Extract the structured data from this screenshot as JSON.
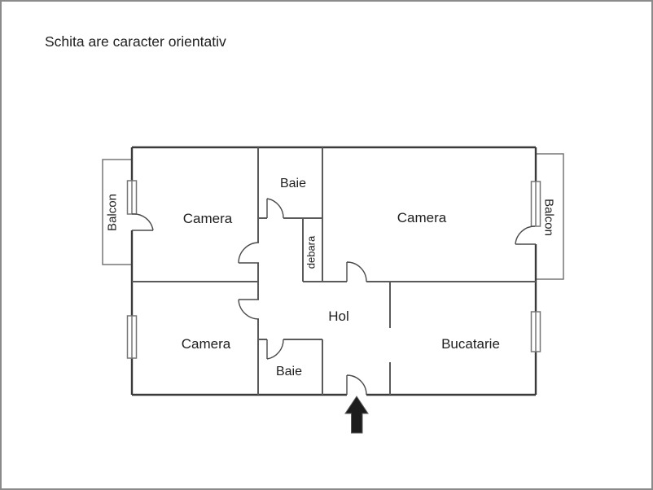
{
  "title": "Schita are caracter orientativ",
  "rooms": {
    "camera_top_left": "Camera",
    "camera_top_right": "Camera",
    "camera_bottom_left": "Camera",
    "baie_top": "Baie",
    "baie_bottom": "Baie",
    "debara": "debara",
    "hol": "Hol",
    "bucatarie": "Bucatarie",
    "balcon_left": "Balcon",
    "balcon_right": "Balcon"
  },
  "colors": {
    "exterior_wall": "#3a3a3a",
    "interior_wall": "#5a5a5a",
    "light_outline": "#767676",
    "door_line": "#4a4a4a",
    "entrance_arrow": "#1c1c1c",
    "frame_border": "#8a8a8a",
    "text": "#1e1e1e",
    "background": "#ffffff"
  }
}
